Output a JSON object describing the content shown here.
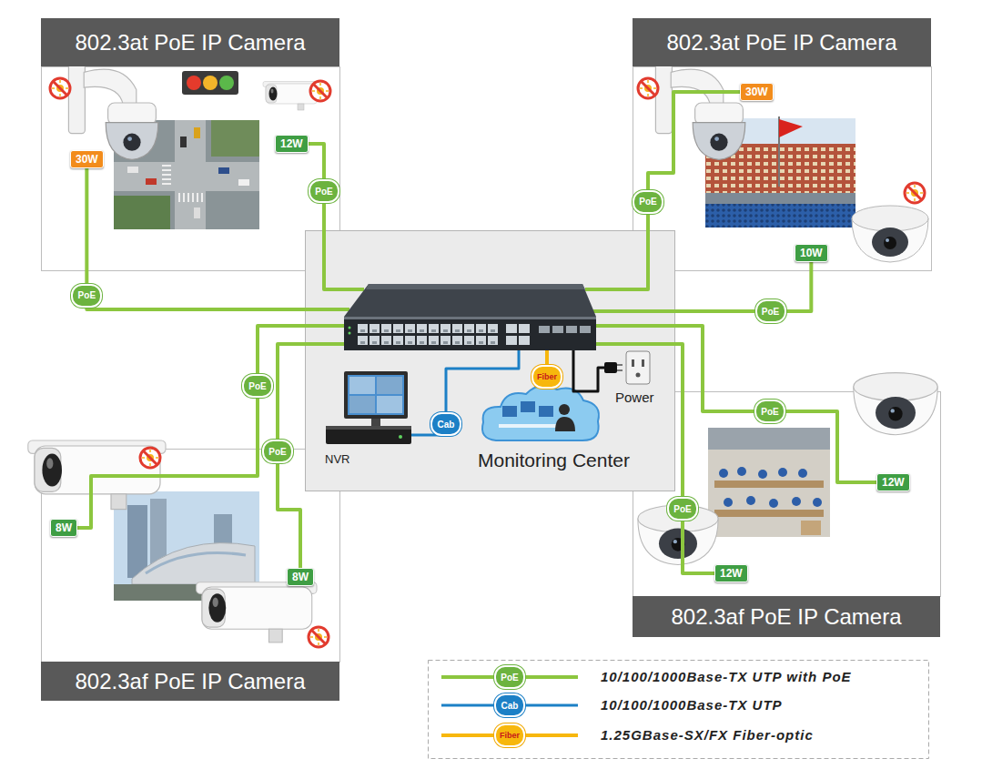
{
  "diagram": {
    "nodes": [
      {
        "text": [
          "802.3at PoE IP Camera"
        ]
      },
      {
        "text": [
          "30W"
        ],
        "in": 0
      },
      {
        "text": [
          "12W"
        ],
        "in": 0
      },
      {
        "text": [
          "802.3at PoE IP Camera"
        ]
      },
      {
        "text": [
          "30W"
        ],
        "in": 3
      },
      {
        "text": [
          "10W"
        ],
        "in": 3
      },
      {
        "text": [
          "Power",
          "NVR",
          "Monitoring Center"
        ]
      },
      {
        "text": [
          "802.3af PoE IP Camera"
        ]
      },
      {
        "text": [
          "8W"
        ],
        "in": 7
      },
      {
        "text": [
          "8W"
        ],
        "in": 7
      },
      {
        "text": [
          "802.3af PoE IP Camera"
        ]
      },
      {
        "text": [
          "12W"
        ],
        "in": 10
      },
      {
        "text": [
          "12W"
        ],
        "in": 10
      }
    ],
    "edges": [
      {
        "from": 1,
        "to": 6,
        "label": "PoE",
        "arrow": "none"
      },
      {
        "from": 2,
        "to": 6,
        "label": "PoE",
        "arrow": "none"
      },
      {
        "from": 4,
        "to": 6,
        "label": "PoE",
        "arrow": "none"
      },
      {
        "from": 5,
        "to": 6,
        "label": "PoE",
        "arrow": "none"
      },
      {
        "from": 8,
        "to": 6,
        "label": "PoE",
        "arrow": "none"
      },
      {
        "from": 9,
        "to": 6,
        "label": "PoE",
        "arrow": "none"
      },
      {
        "from": 11,
        "to": 6,
        "label": "PoE",
        "arrow": "none"
      },
      {
        "from": 12,
        "to": 6,
        "label": "PoE",
        "arrow": "none"
      }
    ],
    "labels": [
      "Cab",
      "Fiber",
      "PoE",
      "Cab",
      "Fiber"
    ],
    "legend": [
      {
        "text": "10/100/1000Base-TX UTP with PoE"
      },
      {
        "text": "10/100/1000Base-TX UTP"
      },
      {
        "text": "1.25GBase-SX/FX Fiber-optic"
      }
    ]
  }
}
